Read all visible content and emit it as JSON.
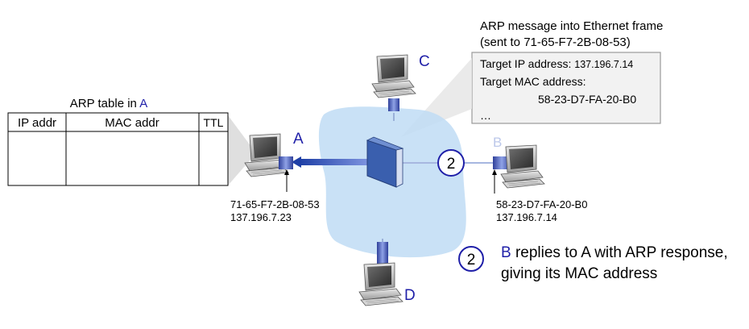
{
  "colors": {
    "accent_blue": "#1f1fa8",
    "cloud": "#bfdcf5",
    "link_blue": "#1f3fa6",
    "callout_bg": "#f2f2f2",
    "callout_border": "#9a9a9a"
  },
  "callout": {
    "header_line1": "ARP message into Ethernet frame",
    "header_line2": "(sent to 71-65-F7-2B-08-53)",
    "target_ip_label": "Target IP address: ",
    "target_ip_value": "137.196.7.14",
    "target_mac_label": "Target MAC address:",
    "target_mac_value": "58-23-D7-FA-20-B0",
    "ellipsis": "…"
  },
  "arp_table": {
    "title_prefix": "ARP table in ",
    "title_node": "A",
    "columns": [
      "IP addr",
      "MAC addr",
      "TTL"
    ]
  },
  "nodes": {
    "A": {
      "label": "A",
      "mac": "71-65-F7-2B-08-53",
      "ip": "137.196.7.23"
    },
    "B": {
      "label": "B",
      "mac": "58-23-D7-FA-20-B0",
      "ip": "137.196.7.14"
    },
    "C": {
      "label": "C"
    },
    "D": {
      "label": "D"
    }
  },
  "step": {
    "number": "2",
    "node": "B",
    "text_line1": " replies to A with ARP response,",
    "text_line2": "giving its MAC address"
  },
  "icons": [
    "computer-icon",
    "switch-icon",
    "step-circle-icon",
    "arrow-icon"
  ]
}
